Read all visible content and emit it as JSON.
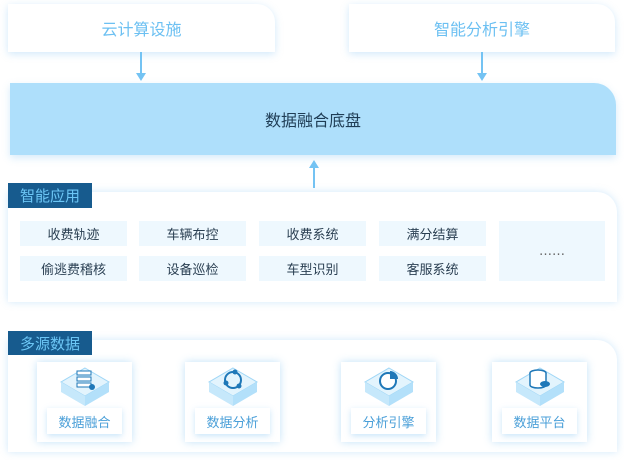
{
  "top_boxes": [
    {
      "label": "云计算设施"
    },
    {
      "label": "智能分析引擎"
    }
  ],
  "base": {
    "label": "数据融合底盘"
  },
  "apps": {
    "title": "智能应用",
    "items": [
      "收费轨迹",
      "车辆布控",
      "收费系统",
      "满分结算",
      "偷逃费稽核",
      "设备巡检",
      "车型识别",
      "客服系统"
    ],
    "more": "……"
  },
  "sources": {
    "title": "多源数据",
    "cards": [
      {
        "label": "数据融合",
        "icon": "server-icon"
      },
      {
        "label": "数据分析",
        "icon": "cycle-icon"
      },
      {
        "label": "分析引擎",
        "icon": "pie-chart-icon"
      },
      {
        "label": "数据平台",
        "icon": "database-cloud-icon"
      }
    ]
  },
  "colors": {
    "accent": "#6cc0f2",
    "base": "#aedffb",
    "tag": "#175b8e"
  }
}
